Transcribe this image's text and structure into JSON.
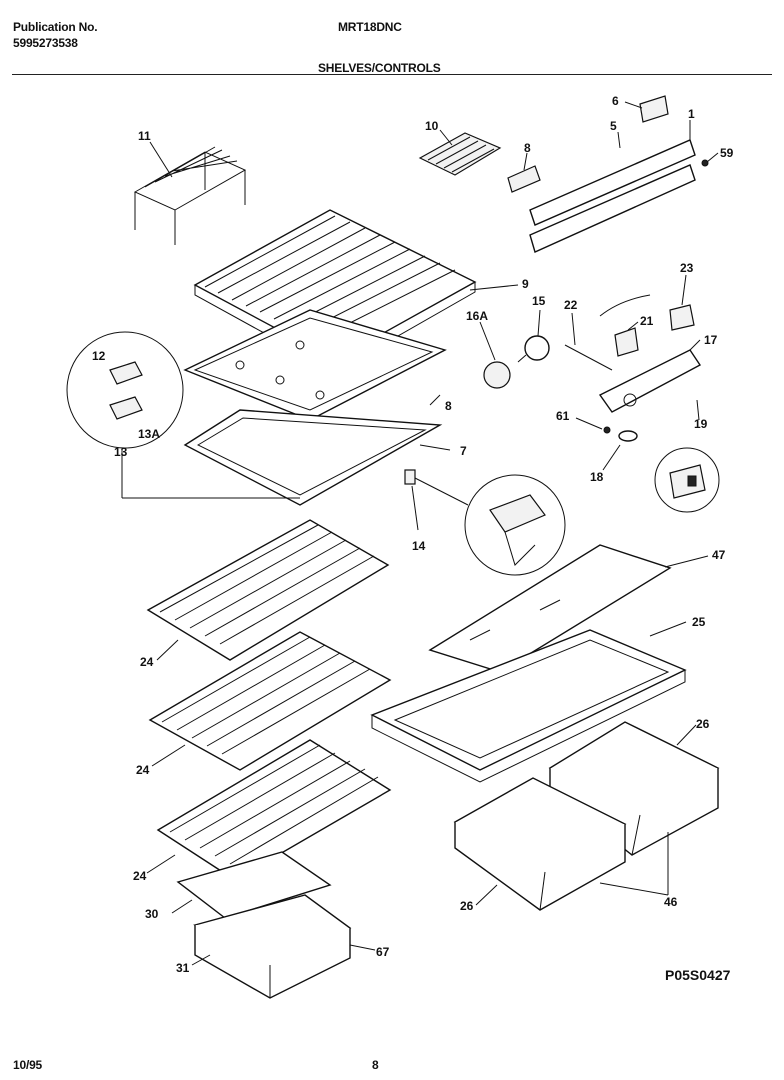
{
  "header": {
    "publication_label": "Publication No.",
    "publication_number": "5995273538",
    "model": "MRT18DNC",
    "section_title": "SHELVES/CONTROLS"
  },
  "diagram_code": "P05S0427",
  "callouts": {
    "c1": "1",
    "c5": "5",
    "c6": "6",
    "c8a": "8",
    "c10": "10",
    "c11": "11",
    "c59": "59",
    "c9": "9",
    "c23": "23",
    "c15": "15",
    "c22": "22",
    "c16A": "16A",
    "c21": "21",
    "c17": "17",
    "c12": "12",
    "c13A": "13A",
    "c13": "13",
    "c8b": "8",
    "c61": "61",
    "c19": "19",
    "c18": "18",
    "c7": "7",
    "c14": "14",
    "c47": "47",
    "c25": "25",
    "c24a": "24",
    "c24b": "24",
    "c24c": "24",
    "c26a": "26",
    "c26b": "26",
    "c46": "46",
    "c30": "30",
    "c31": "31",
    "c67": "67"
  },
  "footer": {
    "date": "10/95",
    "page": "8"
  }
}
